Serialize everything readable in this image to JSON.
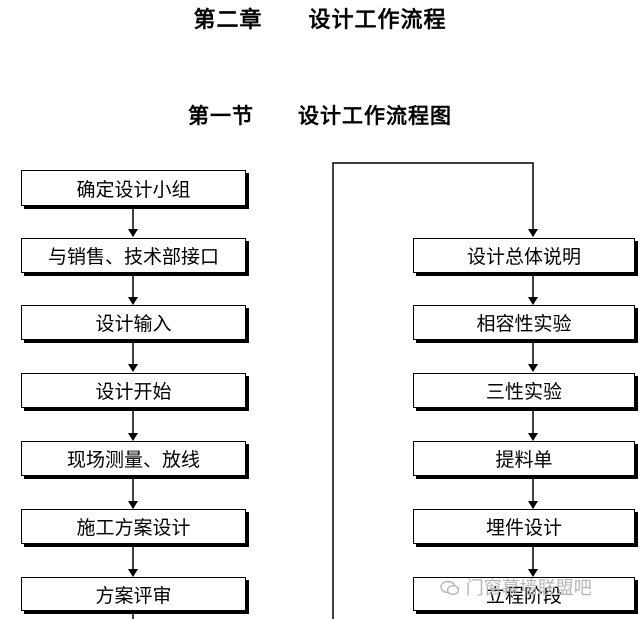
{
  "chapter_title": "第二章　　设计工作流程",
  "section_title": "第一节　　设计工作流程图",
  "left_column": [
    "确定设计小组",
    "与销售、技术部接口",
    "设计输入",
    "设计开始",
    "现场测量、放线",
    "施工方案设计",
    "方案评审"
  ],
  "right_column": [
    "设计总体说明",
    "相容性实验",
    "三性实验",
    "提料单",
    "埋件设计",
    "立程阶段"
  ],
  "watermark": "门窗幕墙联盟吧",
  "colors": {
    "line": "#000000",
    "box_fill": "#ffffff",
    "watermark": "#b5b5b5"
  }
}
